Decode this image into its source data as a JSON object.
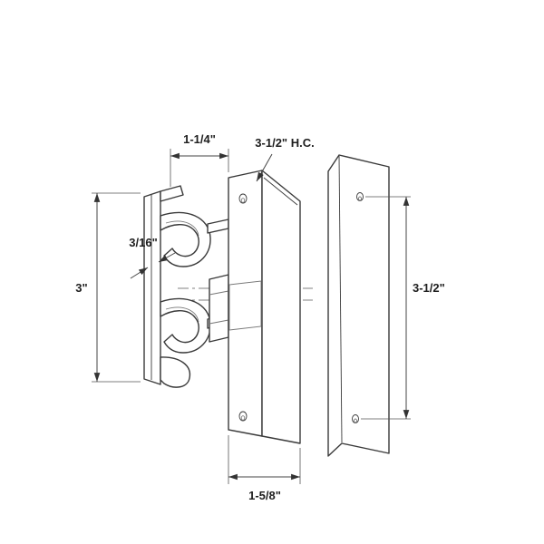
{
  "drawing": {
    "kind": "technical-line-drawing",
    "line_color": "#3a3a3a",
    "background": "#ffffff"
  },
  "dimensions": {
    "top_width": "1-1/4\"",
    "hole_centers": "3-1/2\" H.C.",
    "gap": "3/16\"",
    "latch_height": "3\"",
    "plate_height": "3-1/2\"",
    "plate_width": "1-5/8\""
  }
}
